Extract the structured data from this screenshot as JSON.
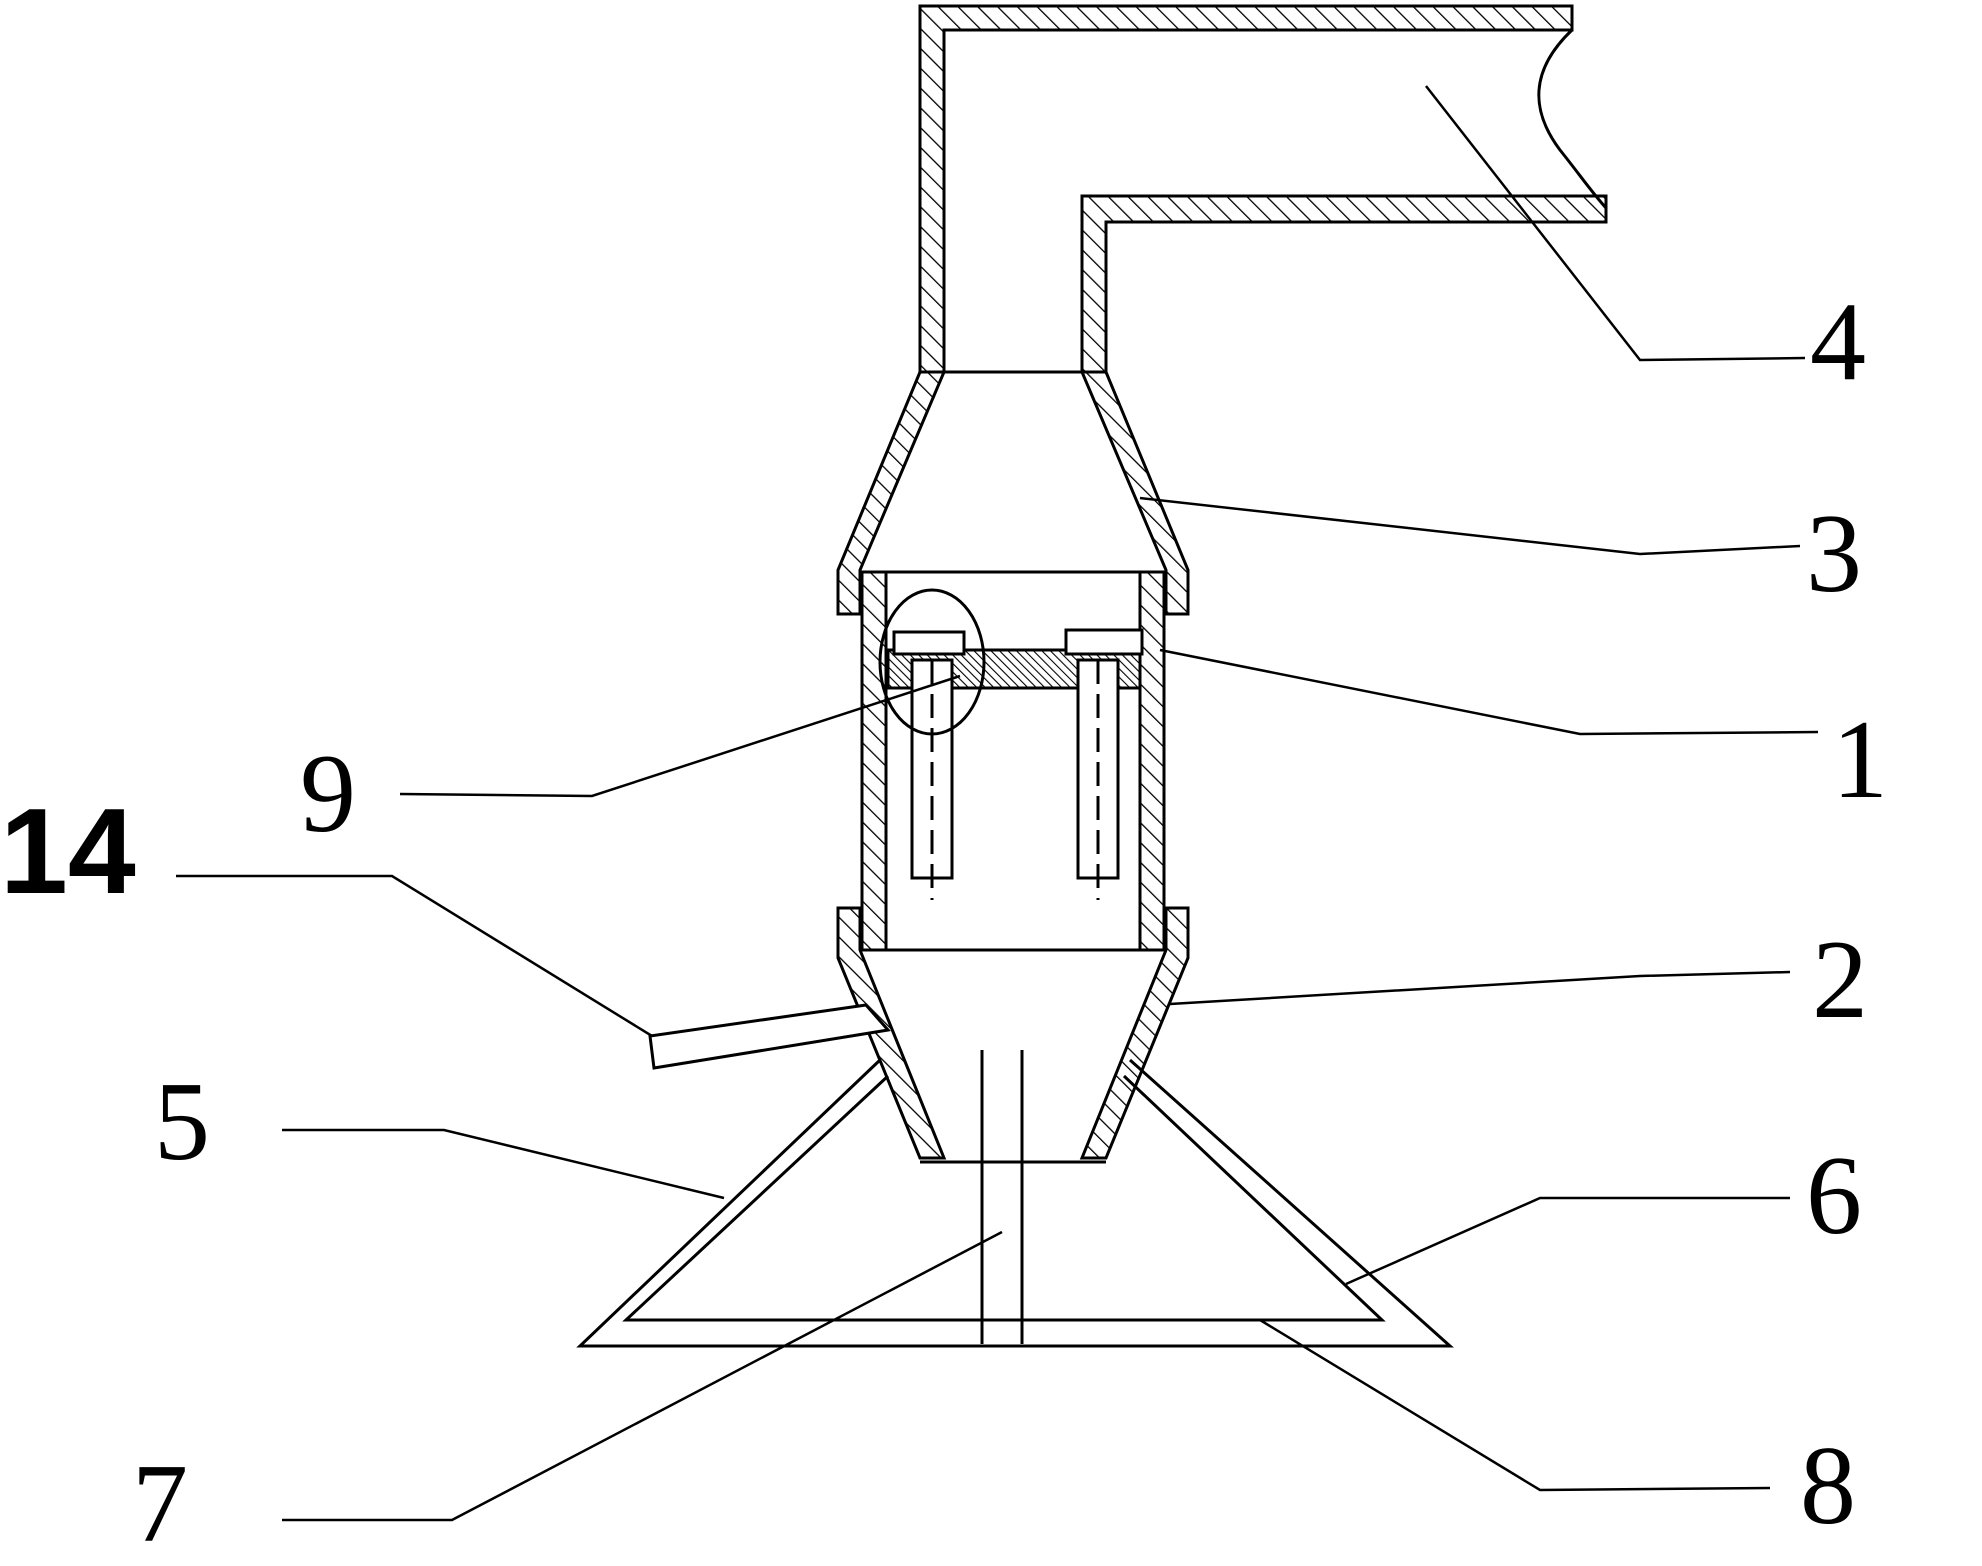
{
  "figure": {
    "line_color": "#000000",
    "background": "#ffffff",
    "callouts": [
      {
        "id": "label-4",
        "text": "4"
      },
      {
        "id": "label-3",
        "text": "3"
      },
      {
        "id": "label-1",
        "text": "1"
      },
      {
        "id": "label-2",
        "text": "2"
      },
      {
        "id": "label-6",
        "text": "6"
      },
      {
        "id": "label-8",
        "text": "8"
      },
      {
        "id": "label-9",
        "text": "9"
      },
      {
        "id": "label-14",
        "text": "14"
      },
      {
        "id": "label-5",
        "text": "5"
      },
      {
        "id": "label-7",
        "text": "7"
      }
    ]
  }
}
